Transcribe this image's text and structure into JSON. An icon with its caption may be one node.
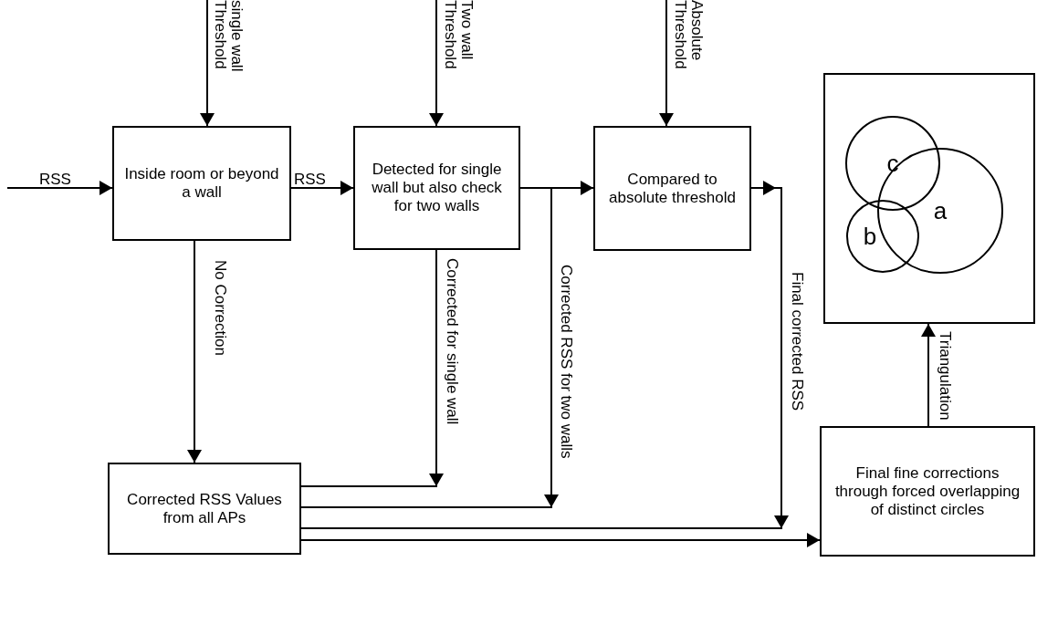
{
  "diagram": {
    "nodes": [
      {
        "text": [
          "Inside room or beyond a wall"
        ]
      },
      {
        "text": [
          "Detected for single wall but also check for two walls"
        ]
      },
      {
        "text": [
          "Compared to absolute threshold"
        ]
      },
      {
        "text": [],
        "shape": "box"
      },
      {
        "text": [
          "c"
        ],
        "in": 3
      },
      {
        "text": [
          "a"
        ],
        "in": 3
      },
      {
        "text": [
          "b"
        ],
        "in": 3
      },
      {
        "text": [
          "Corrected RSS Values from all APs"
        ]
      },
      {
        "text": [
          "Final fine corrections through forced overlapping of distinct circles"
        ]
      }
    ],
    "edges": [
      {
        "from": null,
        "to": 0,
        "arrow": "to",
        "label": "RSS"
      },
      {
        "from": null,
        "to": 0,
        "arrow": "to",
        "label": "single wall Threshold"
      },
      {
        "from": 0,
        "to": 1,
        "arrow": "to",
        "label": "RSS"
      },
      {
        "from": null,
        "to": 1,
        "arrow": "to",
        "label": "Two wall Threshold"
      },
      {
        "from": 1,
        "to": 2,
        "arrow": "to"
      },
      {
        "from": null,
        "to": 2,
        "arrow": "to",
        "label": "Absolute Threshold"
      },
      {
        "from": 0,
        "to": 7,
        "arrow": "to",
        "label": "No Correction"
      },
      {
        "from": 1,
        "to": 7,
        "arrow": "to",
        "label": "Corrected for single wall"
      },
      {
        "from": 1,
        "to": 7,
        "arrow": "to",
        "label": "Corrected RSS for two walls"
      },
      {
        "from": 2,
        "to": 7,
        "arrow": "to",
        "label": "Final corrected RSS"
      },
      {
        "from": 7,
        "to": 8,
        "arrow": "to"
      },
      {
        "from": 8,
        "to": 3,
        "arrow": "to",
        "label": "Triangulation"
      }
    ]
  }
}
